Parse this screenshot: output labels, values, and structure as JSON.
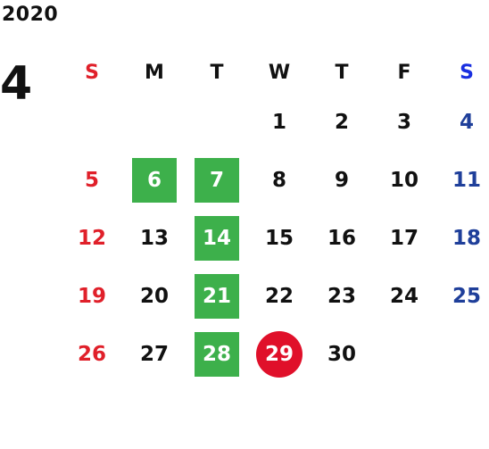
{
  "calendar": {
    "year": "2020",
    "month": "4",
    "weekdays": [
      "S",
      "M",
      "T",
      "W",
      "T",
      "F",
      "S"
    ],
    "weeks": [
      [
        {
          "d": "",
          "kind": "sun"
        },
        {
          "d": "",
          "kind": ""
        },
        {
          "d": "",
          "kind": ""
        },
        {
          "d": "1",
          "kind": ""
        },
        {
          "d": "2",
          "kind": ""
        },
        {
          "d": "3",
          "kind": ""
        },
        {
          "d": "4",
          "kind": "sat"
        }
      ],
      [
        {
          "d": "5",
          "kind": "sun"
        },
        {
          "d": "6",
          "kind": "hl"
        },
        {
          "d": "7",
          "kind": "hl"
        },
        {
          "d": "8",
          "kind": ""
        },
        {
          "d": "9",
          "kind": ""
        },
        {
          "d": "10",
          "kind": ""
        },
        {
          "d": "11",
          "kind": "sat"
        }
      ],
      [
        {
          "d": "12",
          "kind": "sun"
        },
        {
          "d": "13",
          "kind": ""
        },
        {
          "d": "14",
          "kind": "hl"
        },
        {
          "d": "15",
          "kind": ""
        },
        {
          "d": "16",
          "kind": ""
        },
        {
          "d": "17",
          "kind": ""
        },
        {
          "d": "18",
          "kind": "sat"
        }
      ],
      [
        {
          "d": "19",
          "kind": "sun"
        },
        {
          "d": "20",
          "kind": ""
        },
        {
          "d": "21",
          "kind": "hl"
        },
        {
          "d": "22",
          "kind": ""
        },
        {
          "d": "23",
          "kind": ""
        },
        {
          "d": "24",
          "kind": ""
        },
        {
          "d": "25",
          "kind": "sat"
        }
      ],
      [
        {
          "d": "26",
          "kind": "sun"
        },
        {
          "d": "27",
          "kind": ""
        },
        {
          "d": "28",
          "kind": "hl"
        },
        {
          "d": "29",
          "kind": "today"
        },
        {
          "d": "30",
          "kind": ""
        },
        {
          "d": "",
          "kind": ""
        },
        {
          "d": "",
          "kind": "sat"
        }
      ]
    ]
  },
  "colors": {
    "sunday": "#e0202a",
    "saturday": "#1f3f9a",
    "saturday_header": "#1a2fe0",
    "highlight": "#3db04b",
    "today": "#e0102a"
  }
}
